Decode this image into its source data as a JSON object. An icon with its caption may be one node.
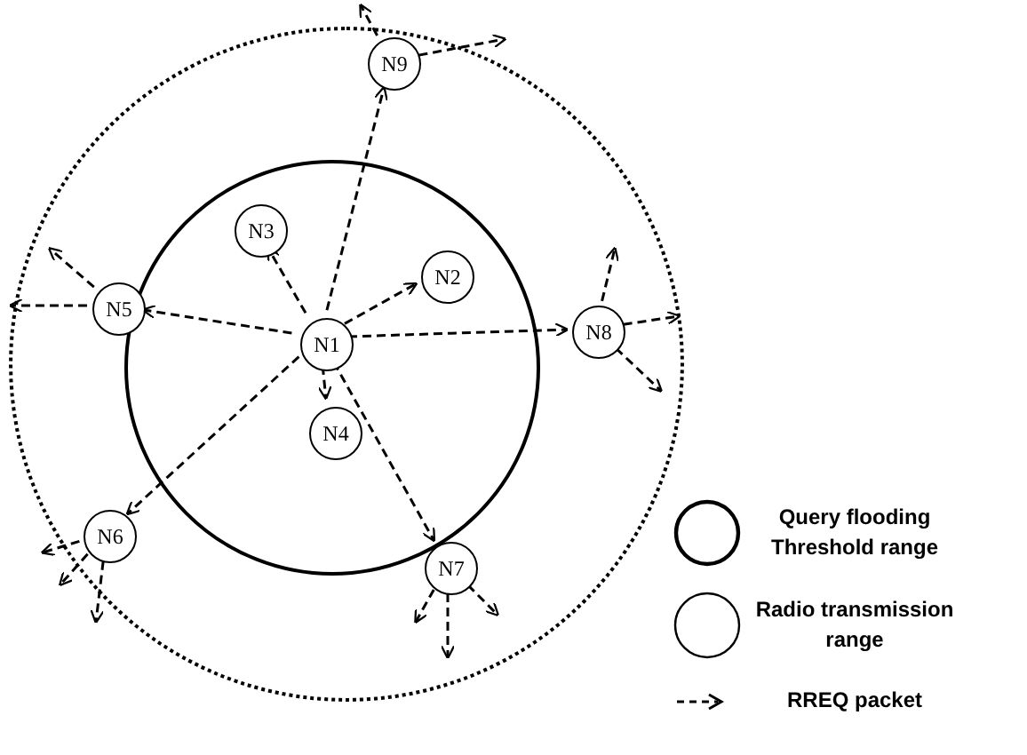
{
  "diagram": {
    "nodes": [
      {
        "text": [],
        "shape": "circle"
      },
      {
        "text": [],
        "shape": "circle",
        "in": 0
      },
      {
        "text": [
          "N9"
        ],
        "in": 0
      },
      {
        "text": [
          "N3"
        ],
        "in": 1
      },
      {
        "text": [
          "N2"
        ],
        "in": 1
      },
      {
        "text": [
          "N5"
        ],
        "in": 0
      },
      {
        "text": [
          "N1"
        ],
        "in": 1
      },
      {
        "text": [
          "N8"
        ],
        "in": 0
      },
      {
        "text": [
          "N4"
        ],
        "in": 1
      },
      {
        "text": [
          "N6"
        ],
        "in": 0
      },
      {
        "text": [
          "N7"
        ],
        "in": 0
      }
    ],
    "edges": [
      {
        "from": 6,
        "to": 2,
        "arrow": "to",
        "style": "dashed"
      },
      {
        "from": 6,
        "to": 3,
        "arrow": "to",
        "style": "dashed"
      },
      {
        "from": 6,
        "to": 4,
        "arrow": "to",
        "style": "dashed"
      },
      {
        "from": 6,
        "to": 5,
        "arrow": "to",
        "style": "dashed"
      },
      {
        "from": 6,
        "to": 7,
        "arrow": "to",
        "style": "dashed"
      },
      {
        "from": 6,
        "to": 8,
        "arrow": "to",
        "style": "dashed"
      },
      {
        "from": 6,
        "to": 9,
        "arrow": "to",
        "style": "dashed"
      },
      {
        "from": 6,
        "to": 10,
        "arrow": "to",
        "style": "dashed"
      },
      {
        "from": 2,
        "to": null,
        "arrow": "to",
        "style": "dashed"
      },
      {
        "from": 2,
        "to": null,
        "arrow": "to",
        "style": "dashed"
      },
      {
        "from": 5,
        "to": null,
        "arrow": "to",
        "style": "dashed"
      },
      {
        "from": 5,
        "to": null,
        "arrow": "to",
        "style": "dashed"
      },
      {
        "from": 7,
        "to": null,
        "arrow": "to",
        "style": "dashed"
      },
      {
        "from": 7,
        "to": null,
        "arrow": "to",
        "style": "dashed"
      },
      {
        "from": 7,
        "to": null,
        "arrow": "to",
        "style": "dashed"
      },
      {
        "from": 9,
        "to": null,
        "arrow": "to",
        "style": "dashed"
      },
      {
        "from": 9,
        "to": null,
        "arrow": "to",
        "style": "dashed"
      },
      {
        "from": 9,
        "to": null,
        "arrow": "to",
        "style": "dashed"
      },
      {
        "from": 10,
        "to": null,
        "arrow": "to",
        "style": "dashed"
      },
      {
        "from": 10,
        "to": null,
        "arrow": "to",
        "style": "dashed"
      },
      {
        "from": 10,
        "to": null,
        "arrow": "to",
        "style": "dashed"
      }
    ],
    "legend": [
      {
        "text": "Query flooding Threshold range"
      },
      {
        "text": "Radio transmission range"
      },
      {
        "text": "RREQ packet"
      }
    ]
  }
}
